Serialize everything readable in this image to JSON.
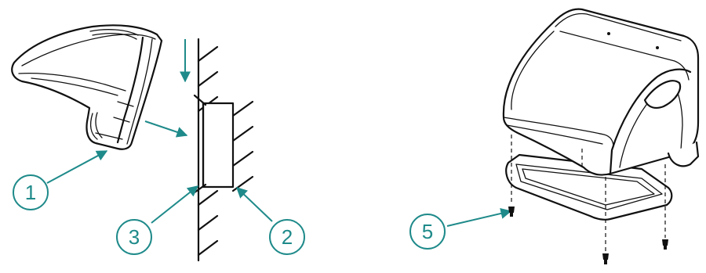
{
  "colors": {
    "callout": "#1f8a8a",
    "line": "#111111",
    "background": "#ffffff"
  },
  "callouts": [
    {
      "id": "1",
      "label": "1"
    },
    {
      "id": "2",
      "label": "2"
    },
    {
      "id": "3",
      "label": "3"
    },
    {
      "id": "5",
      "label": "5"
    }
  ],
  "icons": [
    "down-arrow-icon",
    "right-arrow-icon"
  ]
}
